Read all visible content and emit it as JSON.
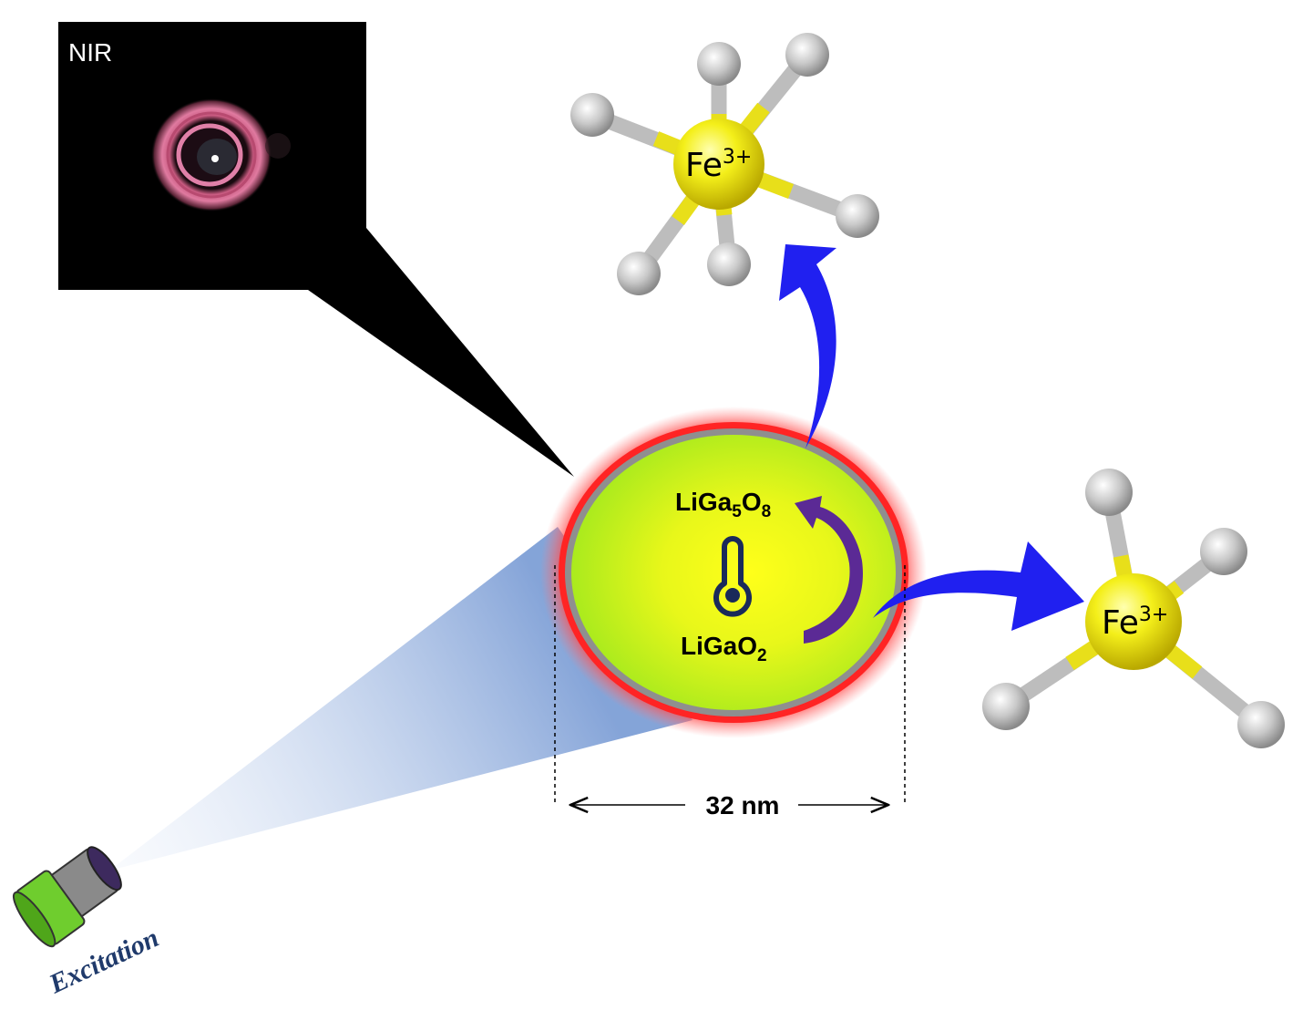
{
  "inset": {
    "label": "NIR"
  },
  "particle": {
    "formula_top": {
      "base": "LiGa",
      "sub1": "5",
      "mid": "O",
      "sub2": "8"
    },
    "formula_bottom": {
      "base": "LiGaO",
      "sub": "2"
    },
    "thermometer_icon": "thermometer-icon"
  },
  "ions": [
    {
      "base": "Fe",
      "charge": "3+"
    },
    {
      "base": "Fe",
      "charge": "3+"
    }
  ],
  "scale": {
    "label": "32 nm"
  },
  "excitation": {
    "label": "Excitation"
  },
  "colors": {
    "core_green": "#a6ef1f",
    "core_yellow": "#f2f51a",
    "shell_gray": "#8f8f8f",
    "glow_red": "#ff2a2a",
    "arrow_blue": "#2020f0",
    "arrow_purple": "#5b2a95",
    "ion_yellow": "#e8e000",
    "ligand_gray": "#bdbdbd",
    "excitation_text": "#1f3a6b"
  }
}
